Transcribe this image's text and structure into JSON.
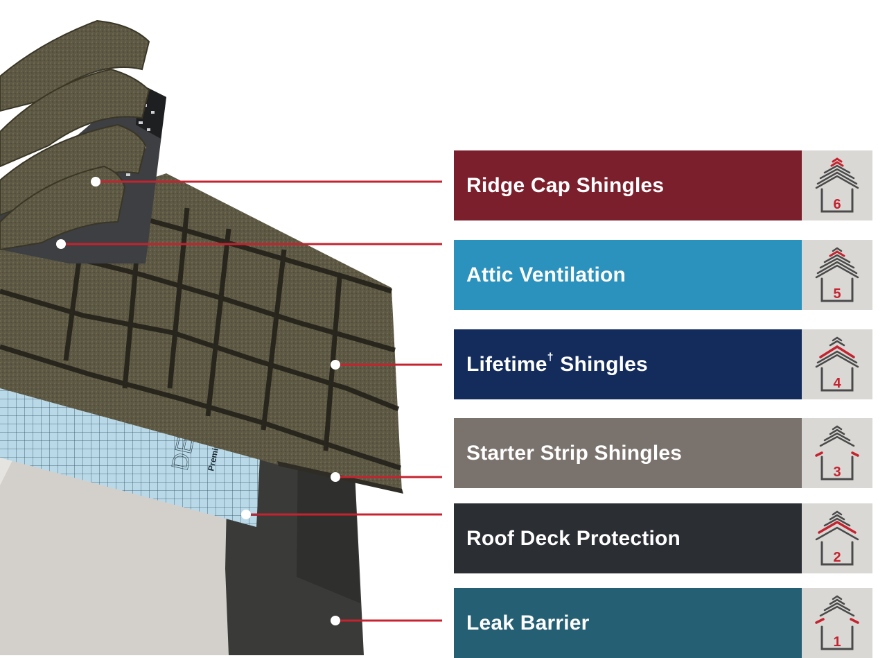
{
  "colors": {
    "bands": [
      "#7b1f2c",
      "#2b92bd",
      "#142c5c",
      "#7a726c",
      "#2b2e33",
      "#245f73"
    ],
    "accent": "#c4232f",
    "icon_bg": "#d9d8d5",
    "icon_stroke": "#4a4a4a"
  },
  "layers": [
    {
      "id": 6,
      "label": "Ridge Cap Shingles",
      "number": "6",
      "icon": "house-ridge-cap-icon"
    },
    {
      "id": 5,
      "label": "Attic Ventilation",
      "number": "5",
      "icon": "house-ventilation-icon"
    },
    {
      "id": 4,
      "label": "Lifetime",
      "sup": "†",
      "label_rest": " Shingles",
      "number": "4",
      "icon": "house-shingles-icon"
    },
    {
      "id": 3,
      "label": "Starter Strip Shingles",
      "number": "3",
      "icon": "house-starter-strip-icon"
    },
    {
      "id": 2,
      "label": "Roof Deck Protection",
      "number": "2",
      "icon": "house-deck-protection-icon"
    },
    {
      "id": 1,
      "label": "Leak Barrier",
      "number": "1",
      "icon": "house-leak-barrier-icon"
    }
  ],
  "underlayment_print": {
    "brand_fragment": "DECK",
    "sub_fragment": "Premium Breath"
  }
}
